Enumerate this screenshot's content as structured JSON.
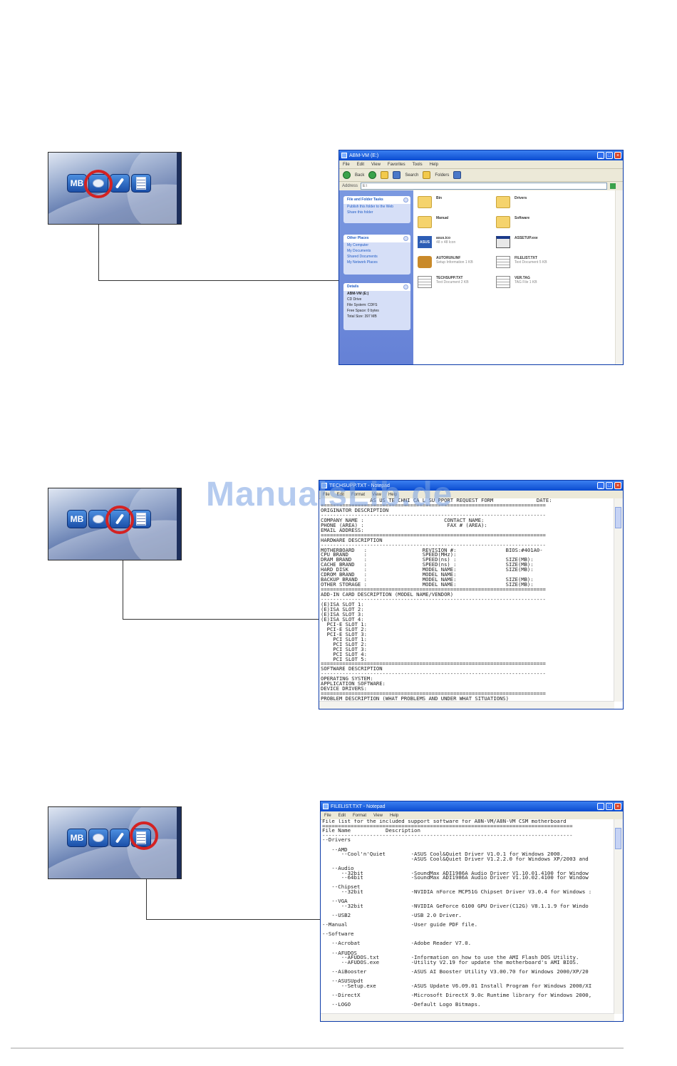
{
  "launcher": {
    "mb_label": "MB",
    "buttons": [
      "mb-icon",
      "cd-icon",
      "utility-icon",
      "manual-icon"
    ]
  },
  "colors": {
    "highlight_circle": "#d42222",
    "xp_title": "#0a4bd0",
    "taskpane": "#6581d6"
  },
  "explorer": {
    "title": "ABM-VM (E:)",
    "menu": [
      "File",
      "Edit",
      "View",
      "Favorites",
      "Tools",
      "Help"
    ],
    "toolbar": {
      "back": "Back",
      "search": "Search",
      "folders": "Folders"
    },
    "address_label": "Address",
    "address_value": "E:\\",
    "go_label": "Go",
    "task_file": {
      "title": "File and Folder Tasks",
      "items": [
        "Publish this folder to the Web",
        "Share this folder"
      ]
    },
    "task_places": {
      "title": "Other Places",
      "items": [
        "My Computer",
        "My Documents",
        "Shared Documents",
        "My Network Places"
      ]
    },
    "task_details": {
      "title": "Details",
      "lines": [
        "ABM-VM (E:)",
        "CD Drive",
        "File System: CDFS",
        "Free Space: 0 bytes",
        "Total Size: 397 MB"
      ]
    },
    "files": [
      {
        "name": "Bin",
        "sub": ""
      },
      {
        "name": "Drivers",
        "sub": ""
      },
      {
        "name": "Manual",
        "sub": ""
      },
      {
        "name": "Software",
        "sub": ""
      },
      {
        "name": "asus.ico",
        "sub": "48 x 48 Icon"
      },
      {
        "name": "ASSETUP.exe",
        "sub": ""
      },
      {
        "name": "AUTORUN.INF",
        "sub": "Setup Information 1 KB"
      },
      {
        "name": "FILELIST.TXT",
        "sub": "Text Document 5 KB"
      },
      {
        "name": "TECHSUPP.TXT",
        "sub": "Text Document 2 KB"
      },
      {
        "name": "VER.TAG",
        "sub": "TAG File 1 KB"
      }
    ]
  },
  "techsupp": {
    "title": "TECHSUPP.TXT - Notepad",
    "menu": [
      "File",
      "Edit",
      "Format",
      "View",
      "Help"
    ],
    "lines": [
      "                AS US TE CHNI CA L SU PPORT REQUEST FORM              DATE:",
      "=========================================================================",
      "ORIGINATOR DESCRIPTION",
      "-------------------------------------------------------------------------",
      "COMPANY NAME :                          CONTACT NAME:",
      "PHONE (AREA) :                           FAX # (AREA):",
      "EMAIL ADDRESS:",
      "=========================================================================",
      "HARDWARE DESCRIPTION",
      "-------------------------------------------------------------------------",
      "MOTHERBOARD   :                  REVISION #:                BIOS:#401A0-",
      "CPU BRAND     :                  SPEED(MHz):",
      "DRAM BRAND    :                  SPEED(ns) :                SIZE(MB):",
      "CACHE BRAND   :                  SPEED(ns) :                SIZE(MB):",
      "HARD DISK     :                  MODEL NAME:                SIZE(MB):",
      "CDROM BRAND   :                  MODEL NAME:",
      "BACKUP BRAND  :                  MODEL NAME:                SIZE(MB):",
      "OTHER STORAGE :                  MODEL NAME:                SIZE(MB):",
      "=========================================================================",
      "ADD-IN CARD DESCRIPTION (MODEL NAME/VENDOR)",
      "-------------------------------------------------------------------------",
      "(E)ISA SLOT 1:",
      "(E)ISA SLOT 2:",
      "(E)ISA SLOT 3:",
      "(E)ISA SLOT 4:",
      "  PCI-E SLOT 1:",
      "  PCI-E SLOT 2:",
      "  PCI-E SLOT 3:",
      "    PCI SLOT 1:",
      "    PCI SLOT 2:",
      "    PCI SLOT 3:",
      "    PCI SLOT 4:",
      "    PCI SLOT 5:",
      "=========================================================================",
      "SOFTWARE DESCRIPTION",
      "-------------------------------------------------------------------------",
      "OPERATING SYSTEM:",
      "APPLICATION SOFTWARE:",
      "DEVICE DRIVERS:",
      "=========================================================================",
      "PROBLEM DESCRIPTION (WHAT PROBLEMS AND UNDER WHAT SITUATIONS)"
    ]
  },
  "filelist": {
    "title": "FILELIST.TXT - Notepad",
    "menu": [
      "File",
      "Edit",
      "Format",
      "View",
      "Help"
    ],
    "lines": [
      "File list for the included support software for A8N-VM/A8N-VM CSM motherboard",
      "===============================================================================",
      "File Name           Description",
      "-------------------------------------------------------------------------------",
      "--Drivers",
      "",
      "   --AMD",
      "      --Cool'n'Quiet        -ASUS Cool&Quiet Driver V1.0.1 for Windows 2000.",
      "                            -ASUS Cool&Quiet Driver V1.2.2.0 for Windows XP/2003 and",
      "",
      "   --Audio",
      "      --32bit               -SoundMax ADI1986A Audio Driver V1.10.01.4100 for Window",
      "      --64bit               -SoundMax ADI1986A Audio Driver V1.10.02.4100 for Window",
      "",
      "   --Chipset",
      "      --32bit               -NVIDIA nForce MCP51G Chipset Driver V3.0.4 for Windows :",
      "",
      "   --VGA",
      "      --32bit               -NVIDIA GeForce 6100 GPU Driver(C12G) V8.1.1.9 for Windo",
      "",
      "   --USB2                   -USB 2.0 Driver.",
      "",
      "--Manual                    -User guide PDF file.",
      "",
      "--Software",
      "",
      "   --Acrobat                -Adobe Reader V7.0.",
      "",
      "   --AFUDOS",
      "      --AFUDOS.txt          -Information on how to use the AMI Flash DOS Utility.",
      "      --AFUDOS.exe          -Utility V2.19 for update the motherboard's AMI BIOS.",
      "",
      "   --AiBooster              -ASUS AI Booster Utility V3.00.70 for Windows 2000/XP/20",
      "",
      "   --ASUSUpdt",
      "      --Setup.exe           -ASUS Update V6.09.01 Install Program for Windows 2000/XI",
      "",
      "   --DirectX                -Microsoft DirectX 9.0c Runtime library for Windows 2000,",
      "",
      "   --LOGO                   -Default Logo Bitmaps."
    ]
  },
  "watermark": "ManualsLib.de"
}
